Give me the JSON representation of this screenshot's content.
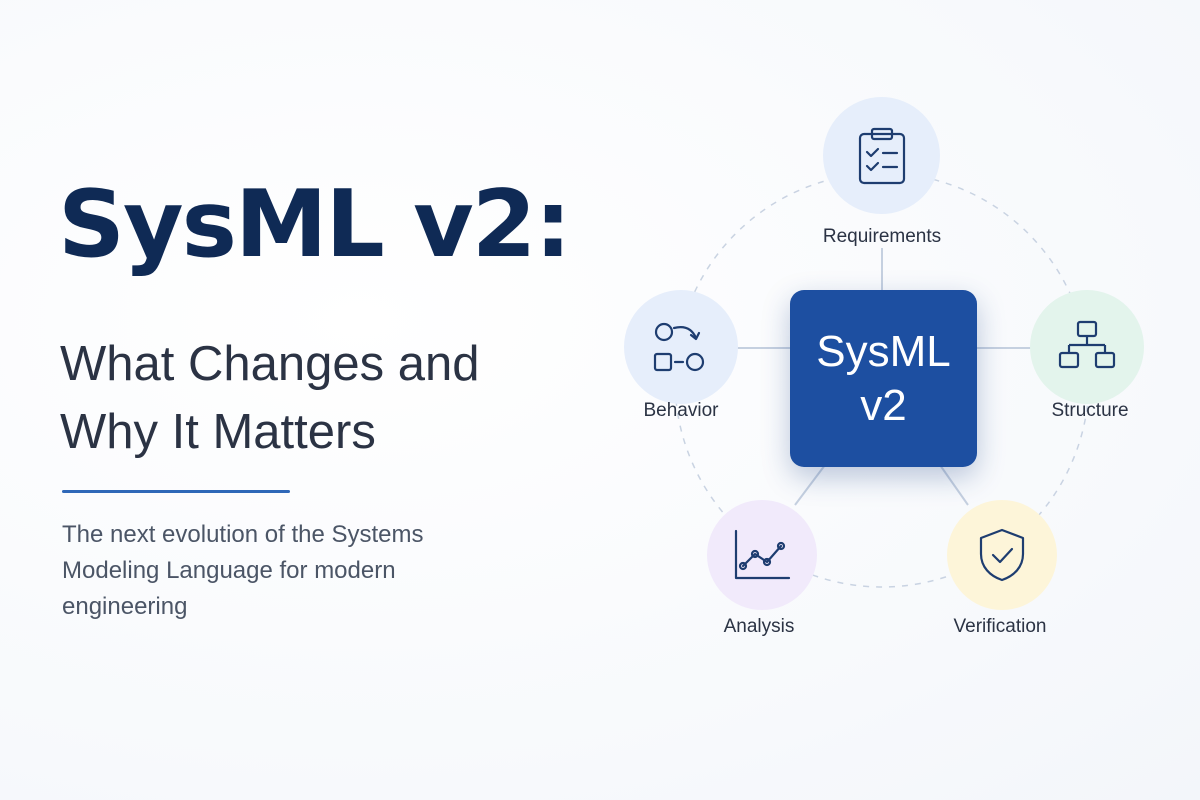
{
  "hero": {
    "title": "SysML v2:",
    "subtitle_line1": "What Changes and",
    "subtitle_line2": "Why It Matters",
    "tagline": "The next evolution of the Systems Modeling Language for modern engineering"
  },
  "diagram": {
    "center": {
      "line1": "SysML",
      "line2": "v2",
      "color": "#1d4fa1"
    },
    "nodes": [
      {
        "id": "requirements",
        "label": "Requirements",
        "icon": "clipboard-checklist-icon",
        "color": "#e6eefb"
      },
      {
        "id": "structure",
        "label": "Structure",
        "icon": "hierarchy-icon",
        "color": "#e3f4ec"
      },
      {
        "id": "verification",
        "label": "Verification",
        "icon": "shield-check-icon",
        "color": "#fdf5d9"
      },
      {
        "id": "analysis",
        "label": "Analysis",
        "icon": "line-chart-icon",
        "color": "#f1eafb"
      },
      {
        "id": "behavior",
        "label": "Behavior",
        "icon": "flow-cycle-icon",
        "color": "#e6eefb"
      }
    ]
  },
  "colors": {
    "title": "#0f2a55",
    "accent": "#2f68b8",
    "icon_stroke": "#1e3d70"
  }
}
